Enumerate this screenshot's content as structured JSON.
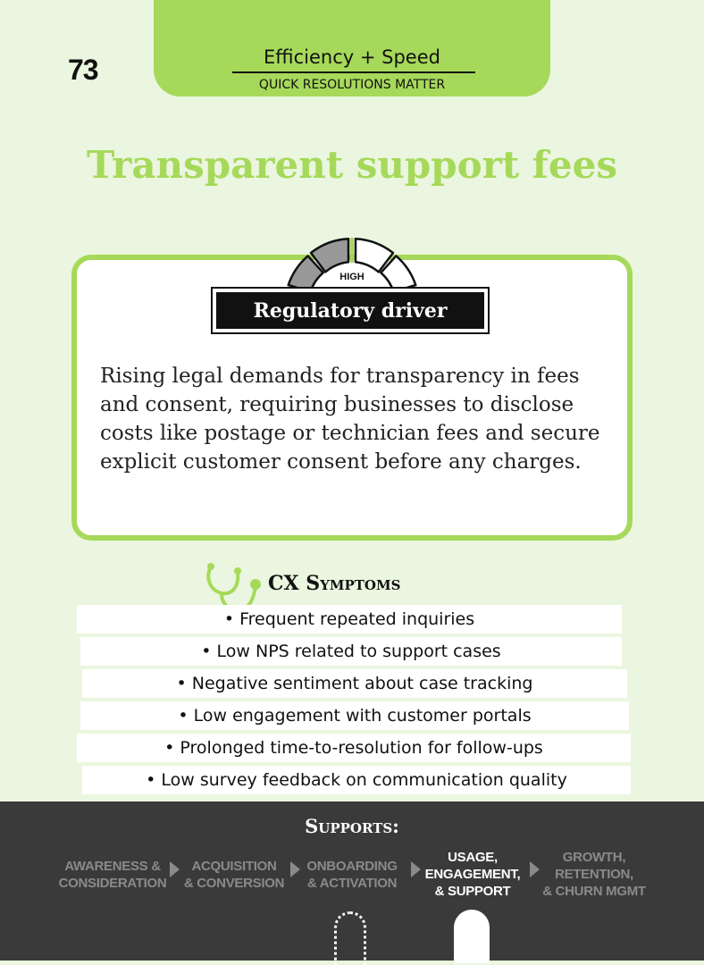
{
  "page_number": "73",
  "header": {
    "category": "Efficiency + Speed",
    "subtitle": "QUICK RESOLUTIONS MATTER"
  },
  "title": "Transparent support fees",
  "driver": {
    "gauge_label": "HIGH",
    "gauge_level": "high",
    "label": "Regulatory driver",
    "description": "Rising legal demands for transparency in fees and consent, requiring businesses to disclose costs like postage or technician fees and secure explicit customer consent before any charges."
  },
  "symptoms": {
    "heading_cx": "CX",
    "heading_rest": "Symptoms",
    "items": [
      "• Frequent repeated inquiries",
      "• Low NPS related to support cases",
      "• Negative sentiment about case tracking",
      "• Low engagement with customer portals",
      "• Prolonged time-to-resolution for follow-ups",
      "• Low survey feedback on communication quality"
    ]
  },
  "supports": {
    "heading": "Supports:",
    "stages": [
      {
        "line1": "AWARENESS &",
        "line2": "CONSIDERATION",
        "line3": "",
        "active": false
      },
      {
        "line1": "ACQUISITION",
        "line2": "& CONVERSION",
        "line3": "",
        "active": false
      },
      {
        "line1": "ONBOARDING",
        "line2": "& ACTIVATION",
        "line3": "",
        "active": false
      },
      {
        "line1": "USAGE,",
        "line2": "ENGAGEMENT,",
        "line3": "& SUPPORT",
        "active": true
      },
      {
        "line1": "GROWTH,",
        "line2": "RETENTION,",
        "line3": "& CHURN MGMT",
        "active": false
      }
    ]
  },
  "colors": {
    "accent": "#a6d95a",
    "background": "#eaf6df",
    "dark": "#3a3a3a",
    "inactive_text": "#8a8a8a"
  }
}
